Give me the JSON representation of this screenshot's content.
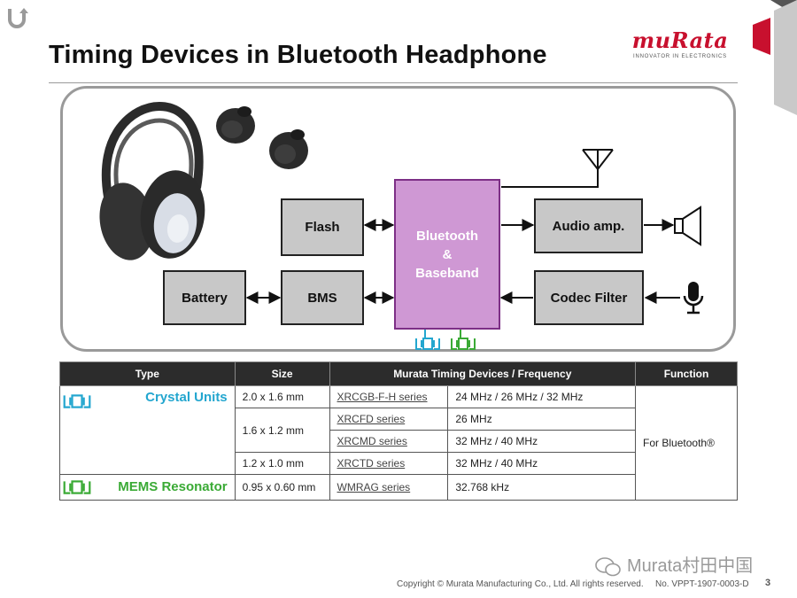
{
  "slide": {
    "title": "Timing Devices in Bluetooth Headphone"
  },
  "brand": {
    "name": "muRata",
    "tagline": "INNOVATOR IN ELECTRONICS",
    "color": "#c8102e"
  },
  "diagram": {
    "blocks": {
      "flash": "Flash",
      "battery": "Battery",
      "bms": "BMS",
      "bluetooth_line1": "Bluetooth",
      "bluetooth_line2": "&",
      "bluetooth_line3": "Baseband",
      "audio_amp": "Audio amp.",
      "codec_filter": "Codec Filter"
    },
    "icons": [
      "headphone-image",
      "earbuds-image",
      "antenna-icon",
      "speaker-icon",
      "microphone-icon",
      "crystal-symbol-icon",
      "mems-symbol-icon"
    ],
    "colors": {
      "bluetooth_fill": "#cf98d4",
      "block_fill": "#c8c8c8",
      "crystal_icon": "#23a6cf",
      "mems_icon": "#3aaa35"
    }
  },
  "table": {
    "headers": [
      "Type",
      "Size",
      "Murata Timing Devices / Frequency",
      "Function"
    ],
    "types": {
      "crystal": "Crystal Units",
      "mems": "MEMS Resonator"
    },
    "sizes": [
      "2.0 x 1.6 mm",
      "1.6 x 1.2 mm",
      "1.2 x 1.0 mm",
      "0.95 x 0.60 mm"
    ],
    "rows": [
      {
        "series": "XRCGB-F-H series",
        "frequency": "24 MHz / 26 MHz / 32 MHz"
      },
      {
        "series": "XRCFD series",
        "frequency": "26 MHz"
      },
      {
        "series": "XRCMD series",
        "frequency": "32 MHz / 40 MHz"
      },
      {
        "series": "XRCTD series",
        "frequency": "32 MHz / 40 MHz"
      },
      {
        "series": "WMRAG series",
        "frequency": "32.768 kHz"
      }
    ],
    "function": "For Bluetooth®"
  },
  "footer": {
    "copyright": "Copyright © Murata Manufacturing Co., Ltd. All rights reserved.",
    "doc_number": "No. VPPT-1907-0003-D",
    "page": "3",
    "wechat": "Murata村田中国"
  }
}
